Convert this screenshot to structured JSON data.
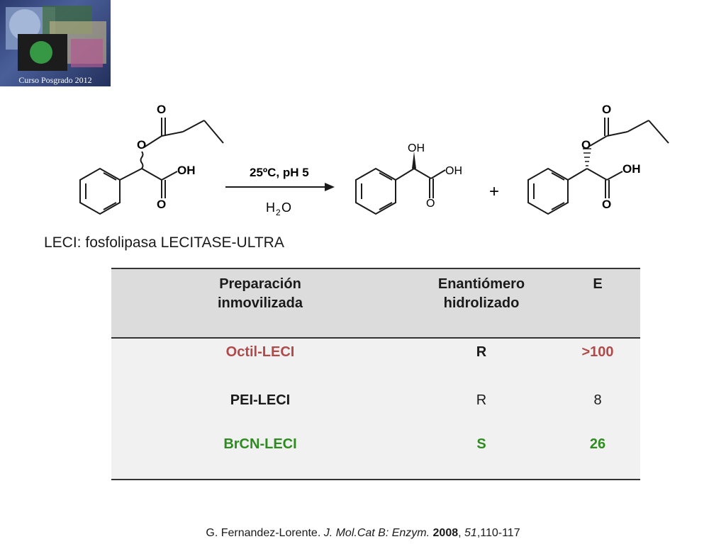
{
  "logo": {
    "caption": "Curso Posgrado 2012"
  },
  "reaction": {
    "atom_O": "O",
    "atom_OH": "OH",
    "conditions": "25ºC, pH 5",
    "water_H": "H",
    "water_sub": "2",
    "water_O": "O",
    "plus": "+"
  },
  "subtitle": "LECI: fosfolipasa LECITASE-ULTRA",
  "table": {
    "headers": {
      "col1_line1": "Preparación",
      "col1_line2": "inmovilizada",
      "col2_line1": "Enantiómero",
      "col2_line2": "hidrolizado",
      "col3": "E"
    },
    "rows": [
      {
        "prep": "Octil-LECI",
        "enantiomer": "R",
        "e": ">100"
      },
      {
        "prep": "PEI-LECI",
        "enantiomer": "R",
        "e": "8"
      },
      {
        "prep": "BrCN-LECI",
        "enantiomer": "S",
        "e": "26"
      }
    ]
  },
  "reference": {
    "authors": "G. Fernandez-Lorente. ",
    "journal": "J. Mol.Cat B: Enzym.",
    "space": " ",
    "year": "2008",
    "sep": ", ",
    "volume": "51",
    "pages": ",110-117"
  },
  "colors": {
    "red": "#b04a4a",
    "green": "#2e8b1f",
    "header_bg": "#dcdcdc",
    "body_bg": "#f1f1f1"
  }
}
